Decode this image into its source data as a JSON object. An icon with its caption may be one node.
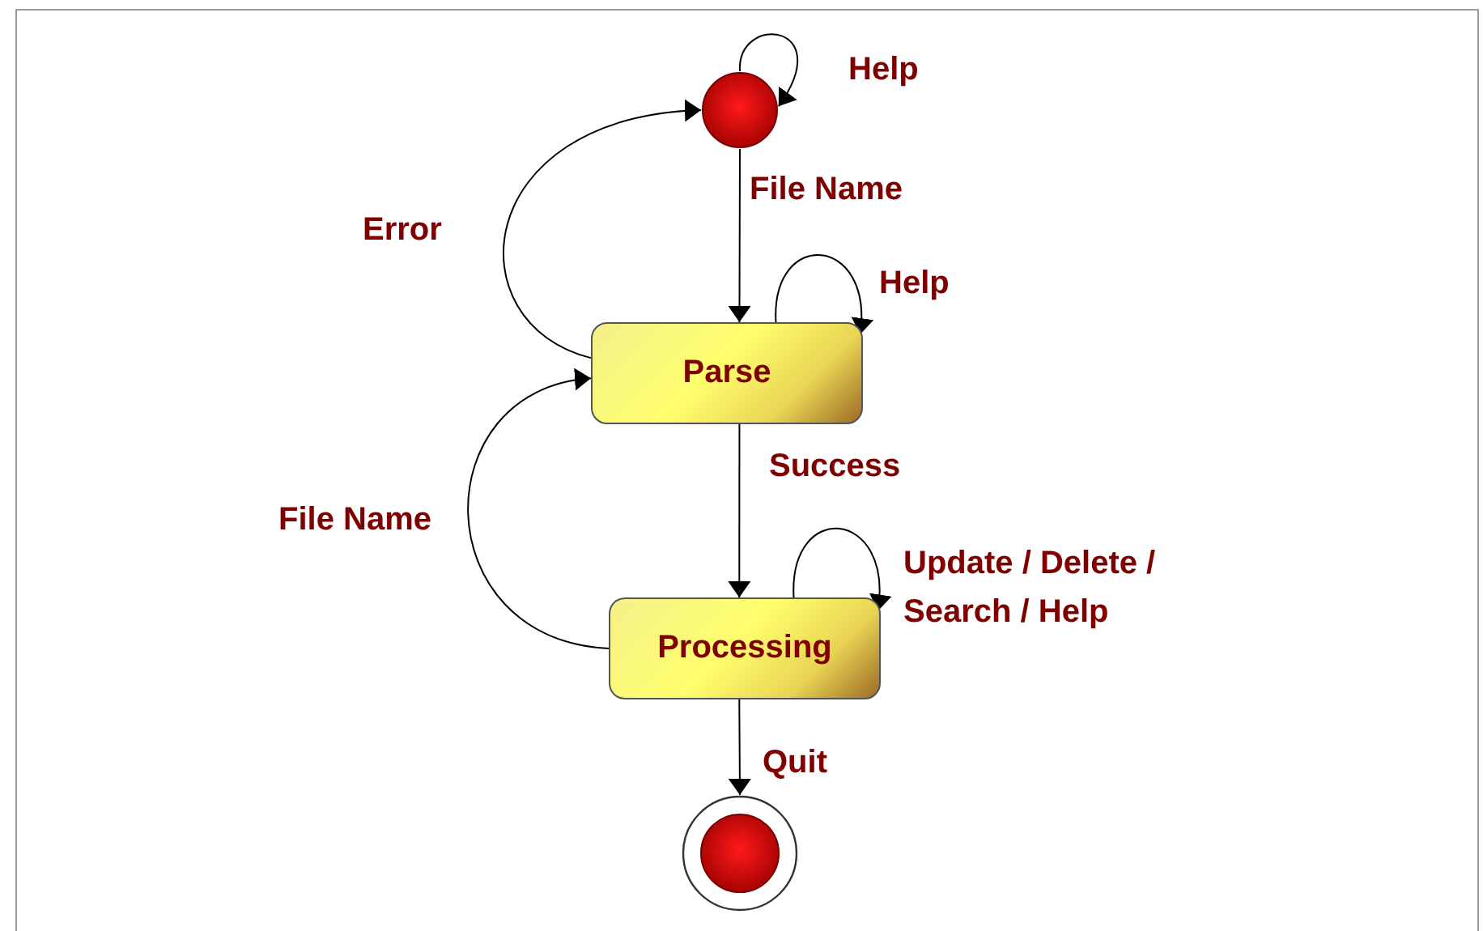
{
  "diagram": {
    "nodes": [
      {
        "text": [],
        "shape": "circle"
      },
      {
        "text": [
          "Parse"
        ]
      },
      {
        "text": [
          "Processing"
        ]
      },
      {
        "text": [],
        "shape": "circle"
      }
    ],
    "edges": [
      {
        "from": 0,
        "to": 0,
        "arrow": "to",
        "label": "Help"
      },
      {
        "from": 0,
        "to": 1,
        "arrow": "to",
        "label": "File Name"
      },
      {
        "from": 1,
        "to": 1,
        "arrow": "to",
        "label": "Help"
      },
      {
        "from": 1,
        "to": 0,
        "arrow": "to",
        "label": "Error"
      },
      {
        "from": 1,
        "to": 2,
        "arrow": "to",
        "label": "Success"
      },
      {
        "from": 2,
        "to": 2,
        "arrow": "to",
        "label": "Update / Delete / Search / Help"
      },
      {
        "from": 2,
        "to": 1,
        "arrow": "to",
        "label": "File Name"
      },
      {
        "from": 2,
        "to": 3,
        "arrow": "to",
        "label": "Quit"
      }
    ]
  }
}
